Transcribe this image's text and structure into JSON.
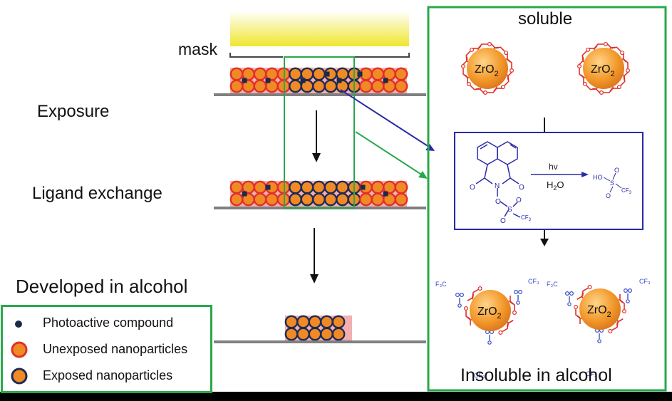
{
  "labels": {
    "mask": "mask",
    "exposure": "Exposure",
    "ligand_exchange": "Ligand exchange",
    "developed": "Developed in alcohol",
    "soluble": "soluble",
    "insoluble": "Insoluble in alcohol"
  },
  "particle": {
    "name": "ZrO",
    "subscript": "2"
  },
  "reaction": {
    "condition_top": "hv",
    "condition_bottom": "H",
    "condition_bottom_sub": "2",
    "condition_bottom_end": "O",
    "reactant_group": "CF",
    "reactant_group_sub": "3",
    "product_group": "CF",
    "product_group_sub": "3",
    "product_prefix": "HO",
    "sulfur": "S",
    "nitrogen": "N",
    "oxygen": "O"
  },
  "sulfonyl": {
    "left_group": "F₃C",
    "right_group": "CF₃",
    "bottom_group": "CF₃"
  },
  "legend": {
    "items": [
      {
        "label": "Photoactive compound",
        "kind": "dot"
      },
      {
        "label": "Unexposed nanoparticles",
        "kind": "unexposed"
      },
      {
        "label": "Exposed nanoparticles",
        "kind": "exposed"
      }
    ]
  },
  "colors": {
    "frame_green": "#2aa84a",
    "mask_yellow": "#f2ea3a",
    "particle_orange": "#f08a24",
    "ligand_red": "#e0302a",
    "chem_blue": "#2a2aa8",
    "sulfonyl_blue": "#3a4fc8",
    "film_pink": "#f2b0b0",
    "substrate_gray": "#808080",
    "bottom_bar": "#000000"
  }
}
